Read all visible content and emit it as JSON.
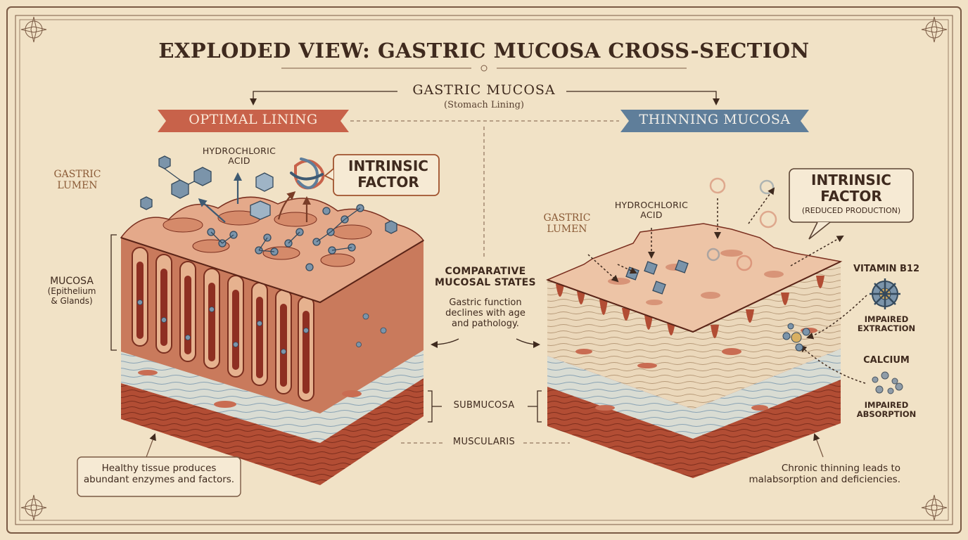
{
  "title": "EXPLODED VIEW: GASTRIC MUCOSA CROSS-SECTION",
  "header": {
    "label": "GASTRIC MUCOSA",
    "sublabel": "(Stomach Lining)"
  },
  "left": {
    "banner": "OPTIMAL LINING",
    "lumen": [
      "GASTRIC",
      "LUMEN"
    ],
    "acid": [
      "HYDROCHLORIC",
      "ACID"
    ],
    "factor": [
      "INTRINSIC",
      "FACTOR"
    ],
    "mucosa": [
      "MUCOSA",
      "(Epithelium",
      "& Glands)"
    ],
    "note": [
      "Healthy tissue produces",
      "abundant enzymes and factors."
    ]
  },
  "middle": {
    "heading": [
      "COMPARATIVE",
      "MUCOSAL STATES"
    ],
    "text": [
      "Gastric function",
      "declines with age",
      "and pathology."
    ],
    "submucosa": "SUBMUCOSA",
    "muscularis": "MUSCULARIS"
  },
  "right": {
    "banner": "THINNING MUCOSA",
    "lumen": [
      "GASTRIC",
      "LUMEN"
    ],
    "acid": [
      "HYDROCHLORIC",
      "ACID"
    ],
    "factor": [
      "INTRINSIC",
      "FACTOR"
    ],
    "factor_sub": "(REDUCED PRODUCTION)",
    "b12": {
      "label": "VITAMIN B12",
      "status": [
        "IMPAIRED",
        "EXTRACTION"
      ]
    },
    "calcium": {
      "label": "CALCIUM",
      "status": [
        "IMPAIRED",
        "ABSORPTION"
      ]
    },
    "note": [
      "Chronic thinning leads to",
      "malabsorption and deficiencies."
    ]
  },
  "colors": {
    "paper": "#f1e2c6",
    "ink": "#4a3325",
    "banner_left": "#c8624a",
    "banner_right": "#5f7e9a",
    "tissue": "#c97a5c",
    "muscle": "#b24d34",
    "submucosa": "#d9dcd3",
    "molecule": "#6f8fa8"
  }
}
